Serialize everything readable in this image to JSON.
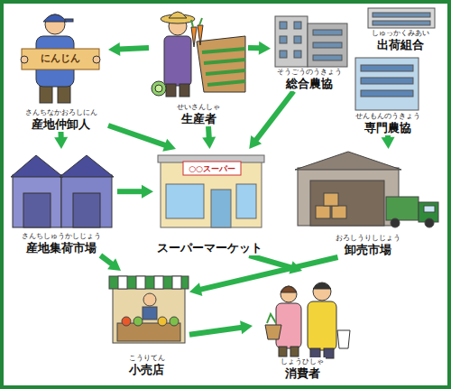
{
  "diagram": {
    "nodes": [
      {
        "text": [
          "さんちなかおろしにん",
          "産地仲卸人"
        ]
      },
      {
        "text": [
          "せいさんしゃ",
          "生産者"
        ]
      },
      {
        "text": [
          "そうごうのうきょう",
          "総合農協"
        ]
      },
      {
        "text": [
          "しゅっかくみあい",
          "出荷組合"
        ]
      },
      {
        "text": [
          "せんもんのうきょう",
          "専門農協"
        ]
      },
      {
        "text": [
          "さんちしゅうかしじょう",
          "産地集荷市場"
        ]
      },
      {
        "text": [
          "スーパーマーケット"
        ]
      },
      {
        "text": [
          "おろしうりしじょう",
          "卸売市場"
        ]
      },
      {
        "text": [
          "こうりてん",
          "小売店"
        ]
      },
      {
        "text": [
          "しょうひしゃ",
          "消費者"
        ]
      }
    ],
    "edges": [
      {
        "from": 1,
        "to": 0,
        "arrow": "to"
      },
      {
        "from": 1,
        "to": 2,
        "arrow": "to"
      },
      {
        "from": 0,
        "to": 6,
        "arrow": "to"
      },
      {
        "from": 1,
        "to": 6,
        "arrow": "to"
      },
      {
        "from": 2,
        "to": 6,
        "arrow": "to"
      },
      {
        "from": 4,
        "to": 7,
        "arrow": "to"
      },
      {
        "from": 0,
        "to": 5,
        "arrow": "to"
      },
      {
        "from": 5,
        "to": 6,
        "arrow": "to"
      },
      {
        "from": 5,
        "to": 8,
        "arrow": "to"
      },
      {
        "from": 6,
        "to": 9,
        "arrow": "to"
      },
      {
        "from": 7,
        "to": 8,
        "arrow": "to"
      },
      {
        "from": 8,
        "to": 9,
        "arrow": "to"
      }
    ],
    "labels": [
      "にんじん",
      "○○スーパー"
    ]
  }
}
